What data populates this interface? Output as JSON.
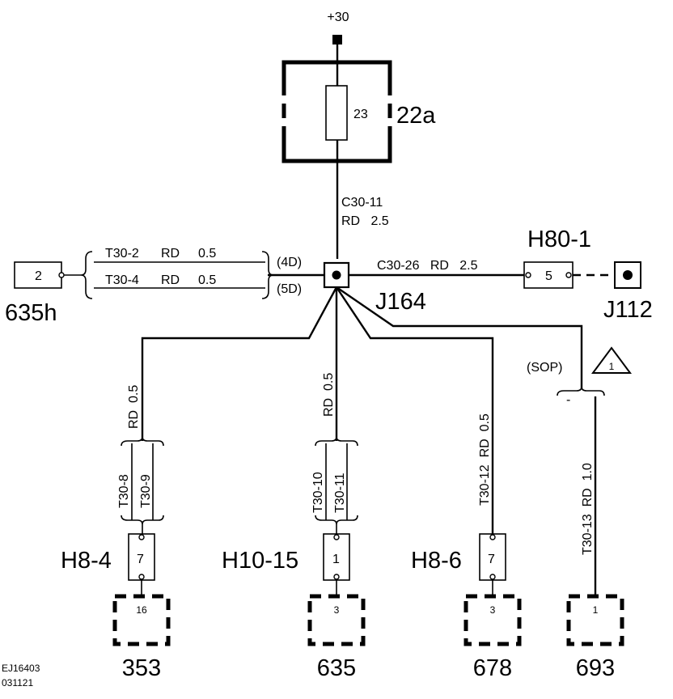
{
  "supply": {
    "label": "+30"
  },
  "fuse_box": {
    "id": "22a",
    "fuse_number": "23"
  },
  "wire_main": {
    "circuit": "C30-11",
    "spec": "RD   2.5"
  },
  "splice": {
    "id": "J164"
  },
  "left_branch": {
    "connector_pin": "2",
    "connector_id": "635h",
    "wires": [
      {
        "circuit": "T30-2",
        "color": "RD",
        "size": "0.5",
        "ref": "(4D)"
      },
      {
        "circuit": "T30-4",
        "color": "RD",
        "size": "0.5",
        "ref": "(5D)"
      }
    ]
  },
  "right_branch": {
    "wire": "C30-26   RD   2.5",
    "connector_id": "H80-1",
    "connector_pin": "5",
    "ground_id": "J112"
  },
  "drops": [
    {
      "wire_spec": "RD  0.5",
      "circuits": [
        "T30-8",
        "T30-9"
      ],
      "connector_id": "H8-4",
      "connector_pin": "7",
      "component_pin": "16",
      "component_id": "353"
    },
    {
      "wire_spec": "RD  0.5",
      "circuits": [
        "T30-10",
        "T30-11"
      ],
      "connector_id": "H10-15",
      "connector_pin": "1",
      "component_pin": "3",
      "component_id": "635"
    },
    {
      "wire_spec": "T30-12  RD  0.5",
      "connector_id": "H8-6",
      "connector_pin": "7",
      "component_pin": "3",
      "component_id": "678"
    },
    {
      "wire_spec": "T30-13  RD  1.0",
      "option": "(SOP)",
      "note_number": "1",
      "option_mark": "-",
      "component_pin": "1",
      "component_id": "693"
    }
  ],
  "footer": {
    "doc_id": "EJ16403",
    "date_code": "031121"
  }
}
